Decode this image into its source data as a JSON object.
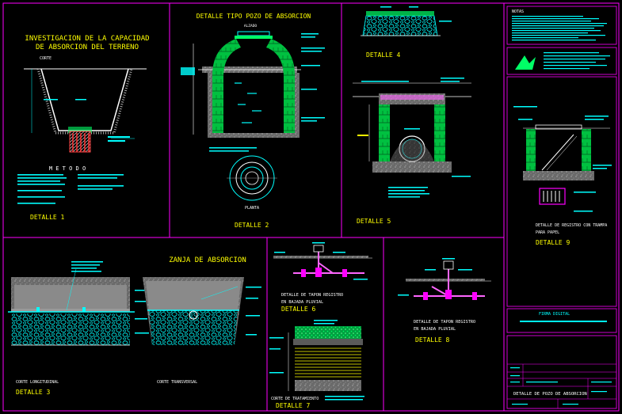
{
  "sheet": {
    "background": "#000000",
    "frame_color": "#ff00ff",
    "accent_yellow": "#ffff00",
    "accent_cyan": "#00ffff",
    "accent_green": "#00ff66",
    "accent_magenta": "#ff00ff"
  },
  "d1": {
    "title1": "INVESTIGACION DE LA CAPACIDAD",
    "title2": "DE ABSORCION DEL TERRENO",
    "corte": "CORTE",
    "metodo": "M E T O D O",
    "label": "DETALLE 1"
  },
  "d2": {
    "title": "DETALLE TIPO POZO DE ABSORCION",
    "alzado": "ALZADO",
    "planta": "PLANTA",
    "label": "DETALLE 2"
  },
  "d4": {
    "label": "DETALLE 4"
  },
  "d5": {
    "label": "DETALLE 5"
  },
  "d3": {
    "title": "ZANJA DE ABSORCION",
    "long": "CORTE LONGITUDINAL",
    "trans": "CORTE TRANSVERSAL",
    "label": "DETALLE 3"
  },
  "d6": {
    "line1": "DETALLE DE TAPON REGISTRO",
    "line2": "EN BAJADA PLUVIAL",
    "label": "DETALLE 6"
  },
  "d7": {
    "corte": "CORTE DE TRATAMIENTO",
    "label": "DETALLE 7"
  },
  "d8": {
    "line1": "DETALLE DE TAPON REGISTRO",
    "line2": "EN BAJADA PLUVIAL",
    "label": "DETALLE 8"
  },
  "d9": {
    "line1": "DETALLE DE REGISTRO CON TRAMPA",
    "line2": "PARA PAPEL",
    "label": "DETALLE 9"
  },
  "titleblock": {
    "notas": "NOTAS",
    "firma": "FIRMA DIGITAL",
    "drawing_title": "DETALLE DE POZO DE ABSORCION"
  }
}
